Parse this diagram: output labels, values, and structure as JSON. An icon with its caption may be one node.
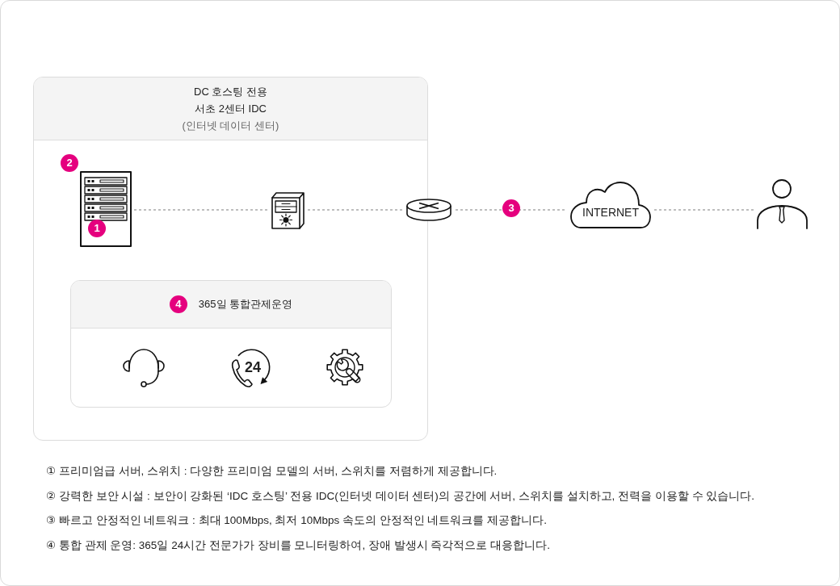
{
  "diagram": {
    "nodes": [
      {
        "text": [
          "DC 호스팅 전용 서초 2센터 IDC",
          "(인터넷 데이터 센터)"
        ]
      },
      {
        "text": [],
        "shape": "picture",
        "in": 0
      },
      {
        "text": [],
        "shape": "picture",
        "in": 0
      },
      {
        "text": [],
        "shape": "cylinder"
      },
      {
        "text": [
          "INTERNET"
        ]
      },
      {
        "text": [],
        "shape": "person"
      },
      {
        "text": [
          "4",
          "365일 통합관제운영"
        ],
        "in": 0
      },
      {
        "text": [],
        "shape": "picture",
        "in": 6
      },
      {
        "text": [
          "24"
        ],
        "in": 6
      },
      {
        "text": [],
        "shape": "picture",
        "in": 6
      }
    ],
    "edges": [
      {
        "from": 1,
        "to": 2,
        "arrow": "none",
        "style": "dashed"
      },
      {
        "from": 2,
        "to": 3,
        "arrow": "none",
        "style": "dashed"
      },
      {
        "from": 3,
        "to": 4,
        "arrow": "none",
        "style": "dashed",
        "label": "3"
      },
      {
        "from": 4,
        "to": 5,
        "arrow": "none",
        "style": "dashed"
      }
    ],
    "labels": [
      "2",
      "1",
      "① 프리미엄급 서버, 스위치 : 다양한 프리미엄 모델의 서버, 스위치를 저렴하게 제공합니다.",
      "② 강력한 보안 시설 : 보안이 강화된 ‘IDC 호스팅’ 전용 IDC(인터넷 데이터 센터)의 공간에 서버, 스위치를 설치하고, 전력을 이용할 수 있습니다.",
      "③ 빠르고 안정적인 네트워크 : 최대 100Mbps, 최저 10Mbps 속도의 안정적인 네트워크를 제공합니다.",
      "④ 통합 관제 운영: 365일 24시간 전문가가 장비를 모니터링하여, 장애 발생시 즉각적으로 대응합니다."
    ]
  }
}
